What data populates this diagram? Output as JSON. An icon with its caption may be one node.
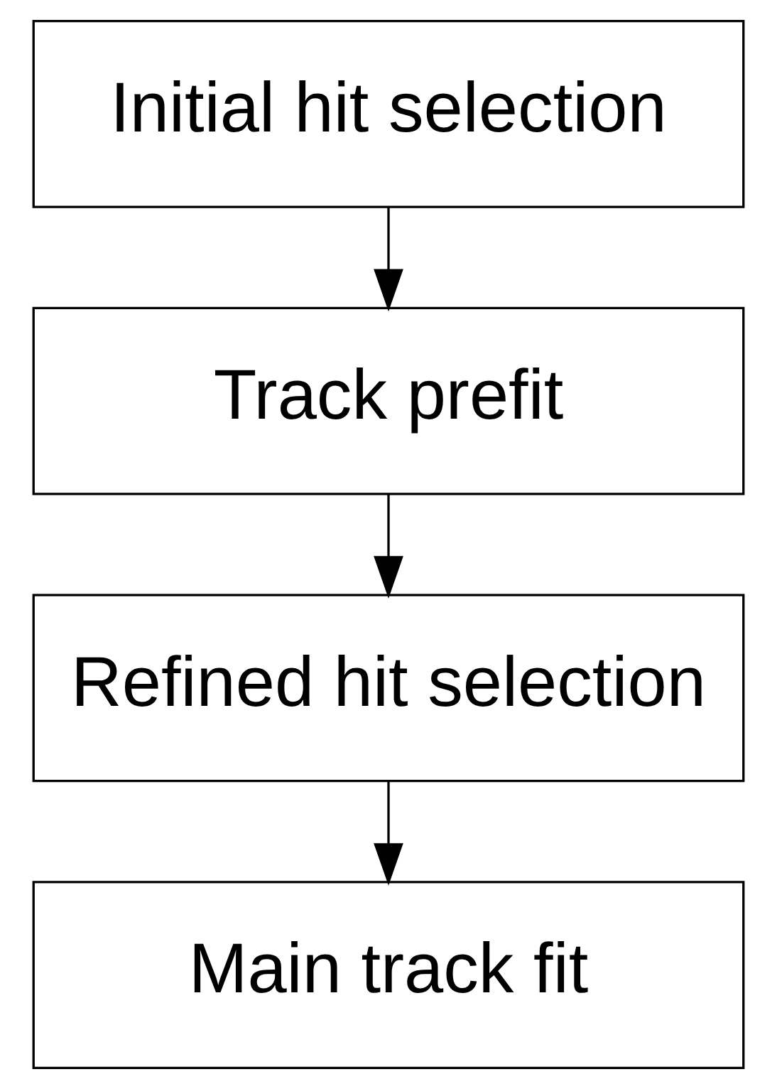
{
  "diagram": {
    "nodes": [
      {
        "text": [
          "Initial hit selection"
        ]
      },
      {
        "text": [
          "Track prefit"
        ]
      },
      {
        "text": [
          "Refined hit selection"
        ]
      },
      {
        "text": [
          "Main track fit"
        ]
      }
    ],
    "edges": [
      {
        "from": 0,
        "to": 1,
        "arrow": "to"
      },
      {
        "from": 1,
        "to": 2,
        "arrow": "to"
      },
      {
        "from": 2,
        "to": 3,
        "arrow": "to"
      }
    ]
  }
}
